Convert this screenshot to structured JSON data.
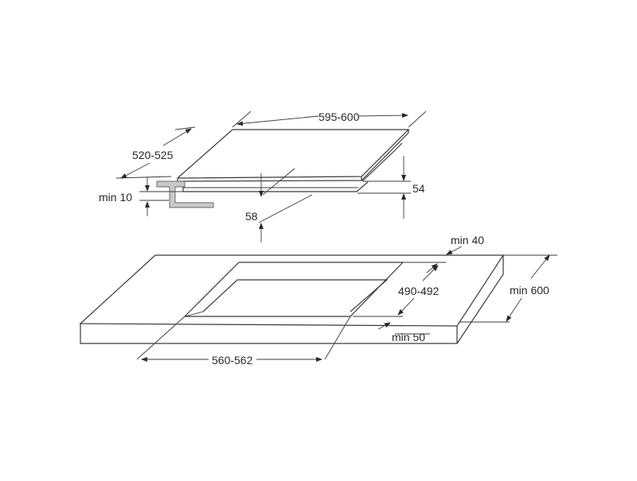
{
  "dimensions": {
    "hob_width": "595-600",
    "hob_depth": "520-525",
    "min_clearance_top": "min 10",
    "cutout_depth_58": "58",
    "hob_height": "54",
    "min_back": "min 40",
    "cutout_depth": "490-492",
    "min_worktop_depth": "min 600",
    "min_front": "min 50",
    "cutout_width": "560-562"
  },
  "colors": {
    "line": "#3a3a3a",
    "bracket_fill": "#c8c8c8",
    "text": "#2a2a2a"
  }
}
